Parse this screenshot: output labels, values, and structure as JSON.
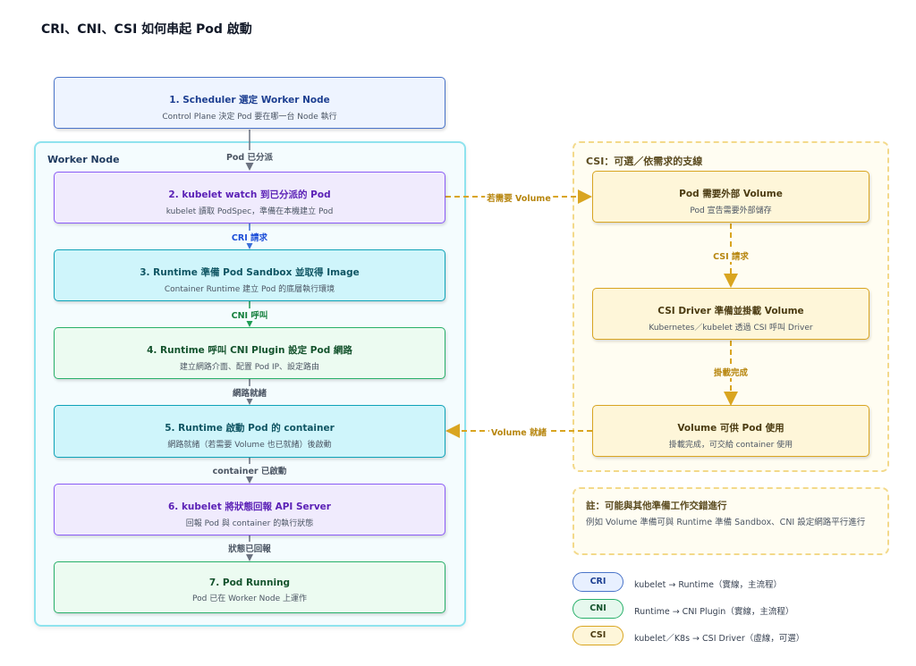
{
  "title": "CRI、CNI、CSI 如何串起 Pod 啟動",
  "worker_node_label": "Worker Node",
  "csi_group_label": "CSI：可選／依需求的支線",
  "steps": [
    {
      "title": "1. Scheduler 選定 Worker Node",
      "desc": "Control Plane 決定 Pod 要在哪一台 Node 執行"
    },
    {
      "title": "2. kubelet watch 到已分派的 Pod",
      "desc": "kubelet 讀取 PodSpec，準備在本機建立 Pod"
    },
    {
      "title": "3. Runtime 準備 Pod Sandbox 並取得 Image",
      "desc": "Container Runtime 建立 Pod 的底層執行環境"
    },
    {
      "title": "4. Runtime 呼叫 CNI Plugin 設定 Pod 網路",
      "desc": "建立網路介面、配置 Pod IP、設定路由"
    },
    {
      "title": "5. Runtime 啟動 Pod 的 container",
      "desc": "網路就緒（若需要 Volume 也已就緒）後啟動"
    },
    {
      "title": "6. kubelet 將狀態回報 API Server",
      "desc": "回報 Pod 與 container 的執行狀態"
    },
    {
      "title": "7. Pod Running",
      "desc": "Pod 已在 Worker Node 上運作"
    }
  ],
  "csi_steps": [
    {
      "title": "Pod 需要外部 Volume",
      "desc": "Pod 宣告需要外部儲存"
    },
    {
      "title": "CSI Driver 準備並掛載 Volume",
      "desc": "Kubernetes／kubelet 透過 CSI 呼叫 Driver"
    },
    {
      "title": "Volume 可供 Pod 使用",
      "desc": "掛載完成，可交給 container 使用"
    }
  ],
  "edge_labels": {
    "e12": "Pod 已分派",
    "e23": "CRI 請求",
    "e34": "CNI 呼叫",
    "e45": "網路就緒",
    "e56": "container 已啟動",
    "e67": "狀態已回報",
    "to_csi": "若需要 Volume",
    "csi_12": "CSI 請求",
    "csi_23": "掛載完成",
    "from_csi": "Volume 就緒"
  },
  "note": {
    "title": "註：可能與其他準備工作交錯進行",
    "body": "例如 Volume 準備可與 Runtime 準備 Sandbox、CNI 設定網路平行進行"
  },
  "legend": [
    {
      "tag": "CRI",
      "text": "kubelet → Runtime（實線，主流程）"
    },
    {
      "tag": "CNI",
      "text": "Runtime → CNI Plugin（實線，主流程）"
    },
    {
      "tag": "CSI",
      "text": "kubelet／K8s → CSI Driver（虛線，可選）"
    }
  ],
  "colors": {
    "cri": "#4a74c9",
    "cni": "#28b06a",
    "csi": "#d9a521",
    "runtime": "#0fa3b8",
    "kubelet": "#8b5cf6",
    "main_arrow": "#6b7280"
  }
}
